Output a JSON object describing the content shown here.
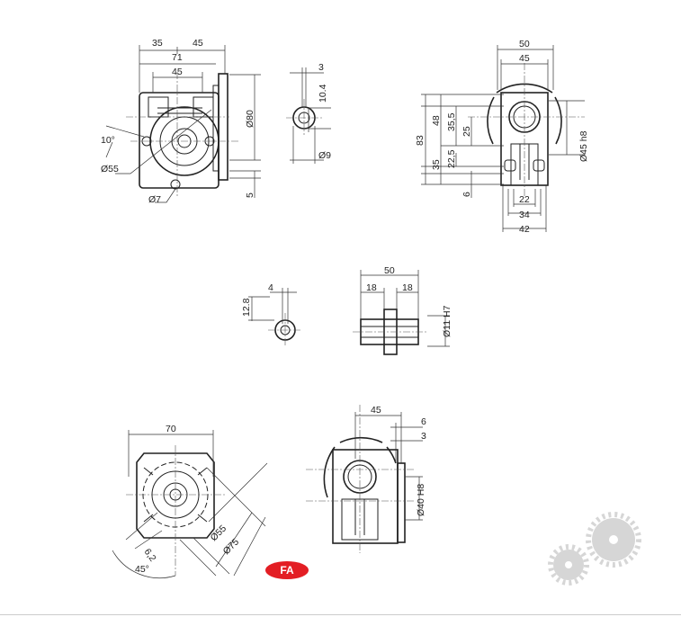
{
  "view_top_left": {
    "dim_35": "35",
    "dim_45_top": "45",
    "dim_71": "71",
    "dim_45_inner": "45",
    "dim_phi80": "Ø80",
    "dim_angle": "10°",
    "dim_phi55": "Ø55",
    "dim_phi7": "Ø7",
    "dim_5": "5"
  },
  "view_shaft_small": {
    "dim_3": "3",
    "dim_10_4": "10.4",
    "dim_phi9": "Ø9"
  },
  "view_top_right": {
    "dim_50": "50",
    "dim_45": "45",
    "dim_83": "83",
    "dim_48": "48",
    "dim_35": "35",
    "dim_35_5": "35,5",
    "dim_25": "25",
    "dim_22_5": "22,5",
    "dim_6": "6",
    "dim_phi45": "Ø45 h8",
    "dim_22": "22",
    "dim_34": "34",
    "dim_42": "42"
  },
  "view_mid_bore": {
    "dim_4": "4",
    "dim_12_8": "12.8"
  },
  "view_mid_shaft": {
    "dim_50": "50",
    "dim_18_left": "18",
    "dim_18_right": "18",
    "dim_phi11": "Ø11 H7"
  },
  "view_bottom_left": {
    "dim_70": "70",
    "dim_phi55": "Ø55",
    "dim_phi75": "Ø75",
    "dim_6_2": "6,2",
    "dim_45deg": "45°"
  },
  "view_bottom_mid": {
    "dim_45": "45",
    "dim_6": "6",
    "dim_3": "3",
    "dim_phi40": "Ø40 H8"
  },
  "badge": {
    "label": "FA",
    "color": "#e31e24"
  }
}
